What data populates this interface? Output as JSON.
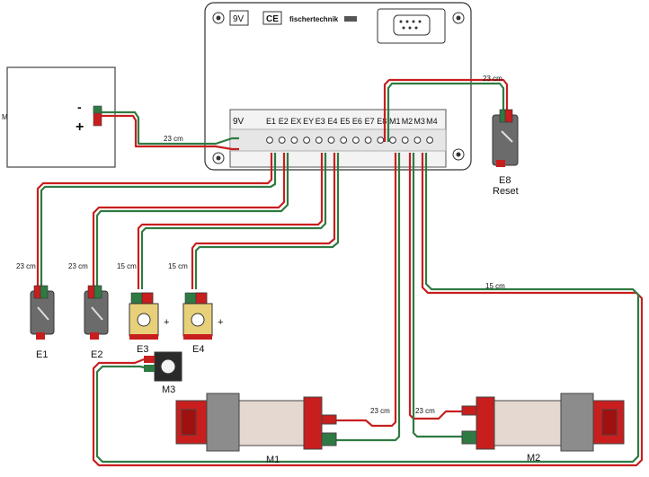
{
  "interface": {
    "power_label": "9V",
    "ce_mark": "CE",
    "brand": "fischertechnik",
    "strip_power_label": "9V",
    "terminals": [
      "E1",
      "E2",
      "EX",
      "EY",
      "E3",
      "E4",
      "E5",
      "E6",
      "E7",
      "E8",
      "M1",
      "M2",
      "M3",
      "M4"
    ]
  },
  "power_supply": {
    "minus": "-",
    "plus": "+",
    "side_mark": "M"
  },
  "cables": {
    "supply": "23 cm",
    "reset": "23 cm",
    "e1": "23 cm",
    "e2": "23 cm",
    "e3": "15 cm",
    "e4": "15 cm",
    "m2_long": "15 cm",
    "m1": "23 cm",
    "m2": "23 cm"
  },
  "components": {
    "e8": "E8",
    "e8_sub": "Reset",
    "e1": "E1",
    "e2": "E2",
    "e3": "E3",
    "e4": "E4",
    "e3_plus": "+",
    "e4_plus": "+",
    "m3": "M3",
    "m1": "M1",
    "m2": "M2"
  }
}
